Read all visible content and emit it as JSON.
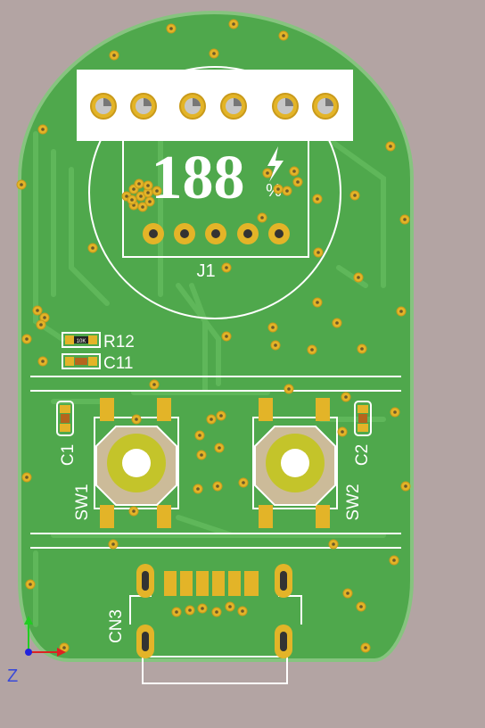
{
  "display": {
    "digits": "188",
    "percent": "%"
  },
  "labels": {
    "j1": "J1",
    "r12": "R12",
    "c11": "C11",
    "c1": "C1",
    "c2": "C2",
    "sw1": "SW1",
    "sw2": "SW2",
    "cn3": "CN3",
    "axis_z": "Z",
    "r12_body": "10K"
  },
  "colors": {
    "board": "#4fa84c",
    "board_edge": "#86c47f",
    "copper_pad": "#e3b428",
    "silkscreen": "#ffffff",
    "background": "#b3a4a3"
  }
}
